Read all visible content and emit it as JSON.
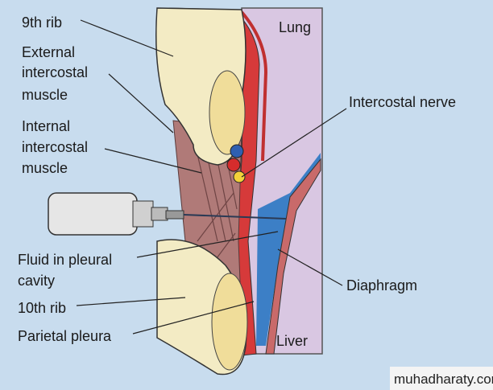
{
  "title": "Pleural tap (thoracentesis) anatomy",
  "labels": {
    "rib9": "9th rib",
    "ext_1": "External",
    "ext_2": "intercostal",
    "ext_3": "muscle",
    "int_1": "Internal",
    "int_2": "intercostal",
    "int_3": "muscle",
    "nerve": "Intercostal nerve",
    "fluid_1": "Fluid in pleural",
    "fluid_2": "cavity",
    "rib10": "10th rib",
    "parietal": "Parietal pleura",
    "lung": "Lung",
    "liver": "Liver",
    "diaphragm": "Diaphragm"
  },
  "watermark": "muhadharaty.com",
  "colors": {
    "background": "#c8dcee",
    "lung": "#d9c7e2",
    "bone": "#f3ebc4",
    "pleura": "#d63a3a",
    "fluid": "#3c7fc6",
    "muscle": "#b07a78"
  }
}
